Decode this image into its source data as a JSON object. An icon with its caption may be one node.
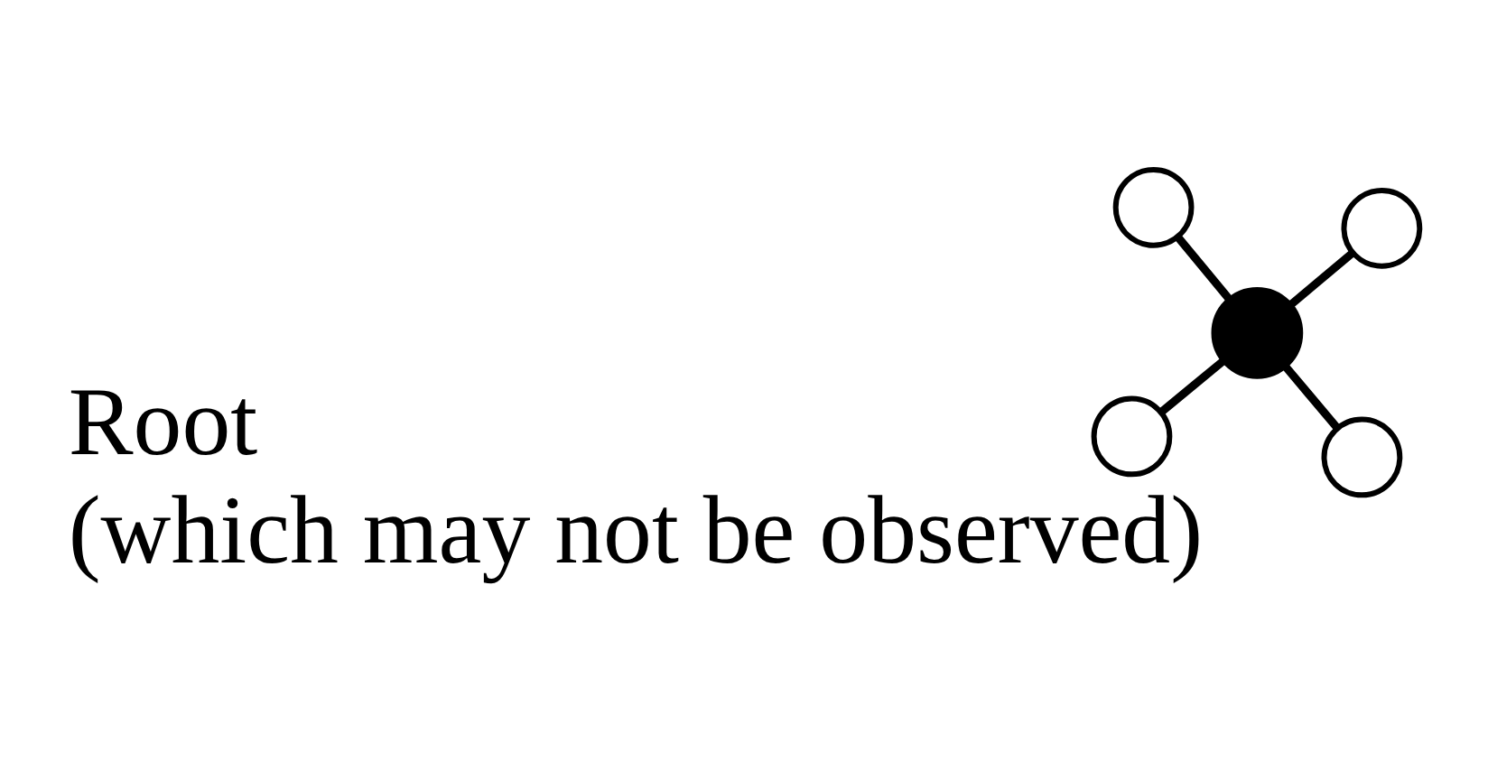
{
  "diagram": {
    "nodes": [
      {
        "text": [],
        "shape": "circle"
      },
      {
        "text": [],
        "shape": "circle"
      },
      {
        "text": [],
        "shape": "circle",
        "beside": [
          "Root",
          "(which may not be observed)"
        ]
      },
      {
        "text": [],
        "shape": "circle"
      },
      {
        "text": [],
        "shape": "circle"
      }
    ],
    "edges": [
      {
        "from": 2,
        "to": 0,
        "arrow": "none"
      },
      {
        "from": 2,
        "to": 1,
        "arrow": "none"
      },
      {
        "from": 2,
        "to": 3,
        "arrow": "none"
      },
      {
        "from": 2,
        "to": 4,
        "arrow": "none"
      }
    ]
  }
}
